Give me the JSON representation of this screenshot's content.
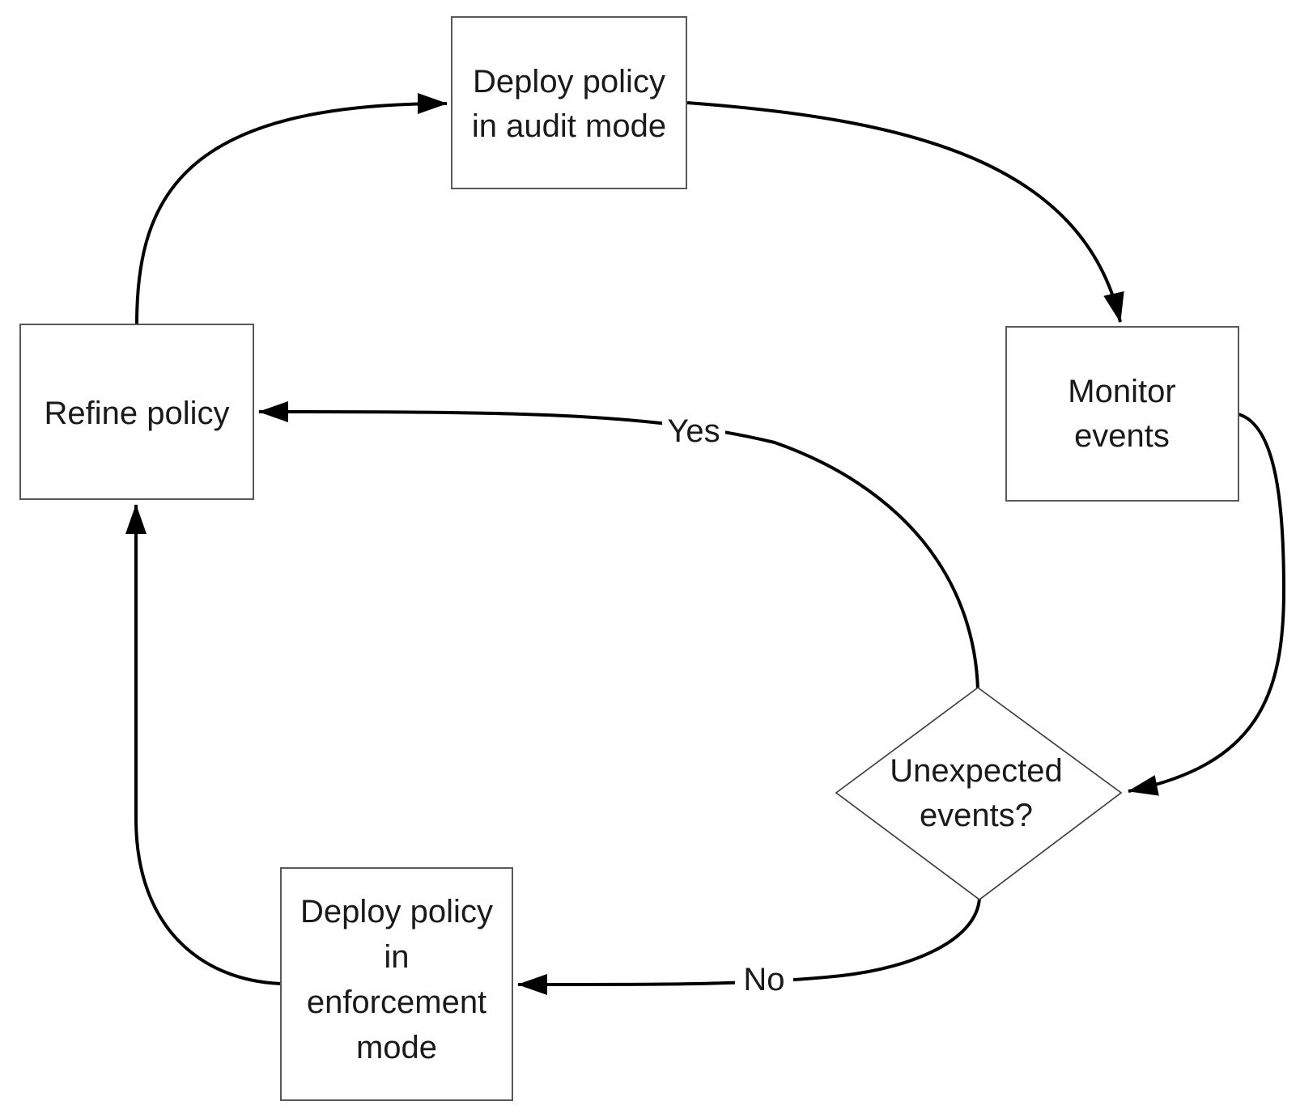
{
  "flowchart": {
    "colors": {
      "background": "#ffffff",
      "connector": "#000000",
      "box_border": "#595959",
      "text": "#1a1a1a"
    },
    "nodes": {
      "deploy_audit": {
        "label": "Deploy policy in audit mode",
        "lines": [
          "Deploy policy",
          "in audit mode"
        ]
      },
      "monitor": {
        "label": "Monitor events",
        "lines": [
          "Monitor",
          "events"
        ]
      },
      "decision": {
        "label": "Unexpected events?",
        "lines": [
          "Unexpected",
          "events?"
        ]
      },
      "deploy_enforcement": {
        "label": "Deploy policy in enforcement mode",
        "lines": [
          "Deploy policy",
          "in",
          "enforcement",
          "mode"
        ]
      },
      "refine": {
        "label": "Refine policy",
        "lines": [
          "Refine policy"
        ]
      }
    },
    "edge_labels": {
      "yes": "Yes",
      "no": "No"
    }
  }
}
